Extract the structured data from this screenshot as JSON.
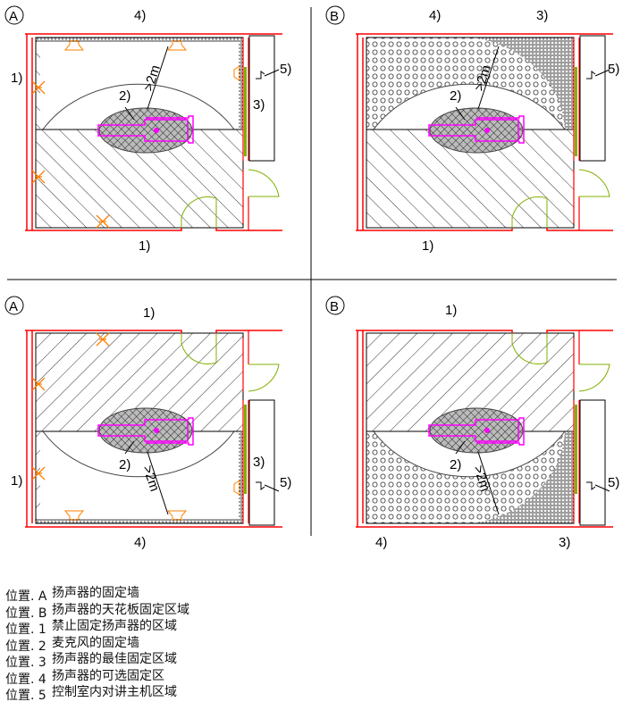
{
  "panels": [
    {
      "id": "top-a",
      "variant": "A",
      "badge": "A",
      "labels": {
        "l1a": "1)",
        "l1b": "1)",
        "l2": "2)",
        "l3": "3)",
        "l4": "4)",
        "l5": "5)",
        "dist": ">2m"
      }
    },
    {
      "id": "top-b",
      "variant": "B",
      "badge": "B",
      "labels": {
        "l1b": "1)",
        "l2": "2)",
        "l3": "3)",
        "l4": "4)",
        "l5": "5)",
        "dist": ">2m"
      }
    },
    {
      "id": "bottom-a",
      "variant": "A",
      "badge": "A",
      "labels": {
        "l1a": "1)",
        "l1b": "1)",
        "l2": "2)",
        "l3": "3)",
        "l4": "4)",
        "l5": "5)",
        "dist": ">2m"
      }
    },
    {
      "id": "bottom-b",
      "variant": "B",
      "badge": "B",
      "labels": {
        "l1b": "1)",
        "l2": "2)",
        "l3": "3)",
        "l4": "4)",
        "l5": "5)",
        "dist": ">2m"
      }
    }
  ],
  "legend": [
    {
      "key": "位置. A",
      "text": "扬声器的固定墙"
    },
    {
      "key": "位置. B",
      "text": "扬声器的天花板固定区域"
    },
    {
      "key": "位置. 1",
      "text": "禁止固定扬声器的区域"
    },
    {
      "key": "位置. 2",
      "text": "麦克风的固定墙"
    },
    {
      "key": "位置. 3",
      "text": "扬声器的最佳固定区域"
    },
    {
      "key": "位置. 4",
      "text": "扬声器的可选固定区"
    },
    {
      "key": "位置. 5",
      "text": "控制室内对讲主机区域"
    }
  ],
  "colors": {
    "wall": "#ff0000",
    "mic": "#ff00ff",
    "speaker": "#ff8000",
    "door": "#80b000"
  }
}
